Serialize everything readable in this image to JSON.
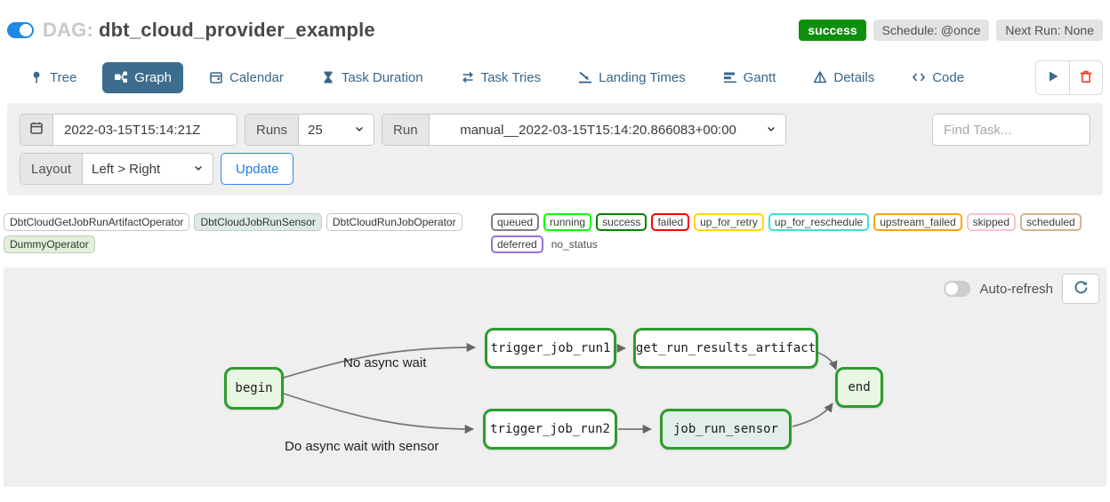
{
  "header": {
    "dag_prefix": "DAG:",
    "dag_title": "dbt_cloud_provider_example",
    "status_badge": "success",
    "schedule_badge": "Schedule: @once",
    "next_run_badge": "Next Run: None"
  },
  "tabs": [
    {
      "label": "Tree",
      "icon": "tree-icon",
      "active": false
    },
    {
      "label": "Graph",
      "icon": "graph-icon",
      "active": true
    },
    {
      "label": "Calendar",
      "icon": "calendar-icon",
      "active": false
    },
    {
      "label": "Task Duration",
      "icon": "hourglass-icon",
      "active": false
    },
    {
      "label": "Task Tries",
      "icon": "repeat-icon",
      "active": false
    },
    {
      "label": "Landing Times",
      "icon": "plane-landing-icon",
      "active": false
    },
    {
      "label": "Gantt",
      "icon": "gantt-icon",
      "active": false
    },
    {
      "label": "Details",
      "icon": "details-icon",
      "active": false
    },
    {
      "label": "Code",
      "icon": "code-icon",
      "active": false
    }
  ],
  "toolbar": {
    "play_icon": "play-icon",
    "delete_icon": "trash-icon"
  },
  "filters": {
    "base_date_value": "2022-03-15T15:14:21Z",
    "runs_label": "Runs",
    "runs_value": "25",
    "run_label": "Run",
    "run_value": "manual__2022-03-15T15:14:20.866083+00:00",
    "find_task_placeholder": "Find Task...",
    "layout_label": "Layout",
    "layout_value": "Left > Right",
    "update_button": "Update"
  },
  "legend": {
    "operators": [
      {
        "label": "DbtCloudGetJobRunArtifactOperator",
        "fill": "#ffffff"
      },
      {
        "label": "DbtCloudJobRunSensor",
        "fill": "#ddeae7"
      },
      {
        "label": "DbtCloudRunJobOperator",
        "fill": "#ffffff"
      },
      {
        "label": "DummyOperator",
        "fill": "#e1f0d8"
      }
    ],
    "states": [
      {
        "label": "queued",
        "border": "#808080"
      },
      {
        "label": "running",
        "border": "#00ff00"
      },
      {
        "label": "success",
        "border": "#008000"
      },
      {
        "label": "failed",
        "border": "#ff0000"
      },
      {
        "label": "up_for_retry",
        "border": "#ffd700"
      },
      {
        "label": "up_for_reschedule",
        "border": "#40e0d0"
      },
      {
        "label": "upstream_failed",
        "border": "#ffa500"
      },
      {
        "label": "skipped",
        "border": "#ffc0cb"
      },
      {
        "label": "scheduled",
        "border": "#d2b48c"
      },
      {
        "label": "deferred",
        "border": "#9370db"
      },
      {
        "label": "no_status",
        "border": null
      }
    ]
  },
  "graph": {
    "auto_refresh_label": "Auto-refresh",
    "refresh_icon": "refresh-icon",
    "nodes": [
      {
        "id": "begin",
        "label": "begin",
        "fill": "#e8f6e3",
        "border": "#2d9c2d",
        "state": "success"
      },
      {
        "id": "trigger_job_run1",
        "label": "trigger_job_run1",
        "fill": "#ffffff",
        "border": "#2d9c2d",
        "state": "success"
      },
      {
        "id": "get_run_results_artifact",
        "label": "get_run_results_artifact",
        "fill": "#ffffff",
        "border": "#2d9c2d",
        "state": "success"
      },
      {
        "id": "end",
        "label": "end",
        "fill": "#e8f6e3",
        "border": "#2d9c2d",
        "state": "success"
      },
      {
        "id": "trigger_job_run2",
        "label": "trigger_job_run2",
        "fill": "#ffffff",
        "border": "#2d9c2d",
        "state": "success"
      },
      {
        "id": "job_run_sensor",
        "label": "job_run_sensor",
        "fill": "#e2eeec",
        "border": "#2d9c2d",
        "state": "success"
      }
    ],
    "edges": [
      {
        "from": "begin",
        "to": "trigger_job_run1",
        "label": "No async wait"
      },
      {
        "from": "begin",
        "to": "trigger_job_run2",
        "label": "Do async wait with sensor"
      },
      {
        "from": "trigger_job_run1",
        "to": "get_run_results_artifact",
        "label": ""
      },
      {
        "from": "get_run_results_artifact",
        "to": "end",
        "label": ""
      },
      {
        "from": "trigger_job_run2",
        "to": "job_run_sensor",
        "label": ""
      },
      {
        "from": "job_run_sensor",
        "to": "end",
        "label": ""
      }
    ]
  },
  "colors": {
    "accent_blue": "#1e88e5",
    "tab_active_bg": "#3c6d8e",
    "success_green": "#0e8f0e",
    "update_blue": "#2e87f0",
    "delete_red": "#e8442e",
    "node_border_green": "#2d9c2d",
    "edge_gray": "#777777",
    "panel_gray": "#efefef"
  }
}
